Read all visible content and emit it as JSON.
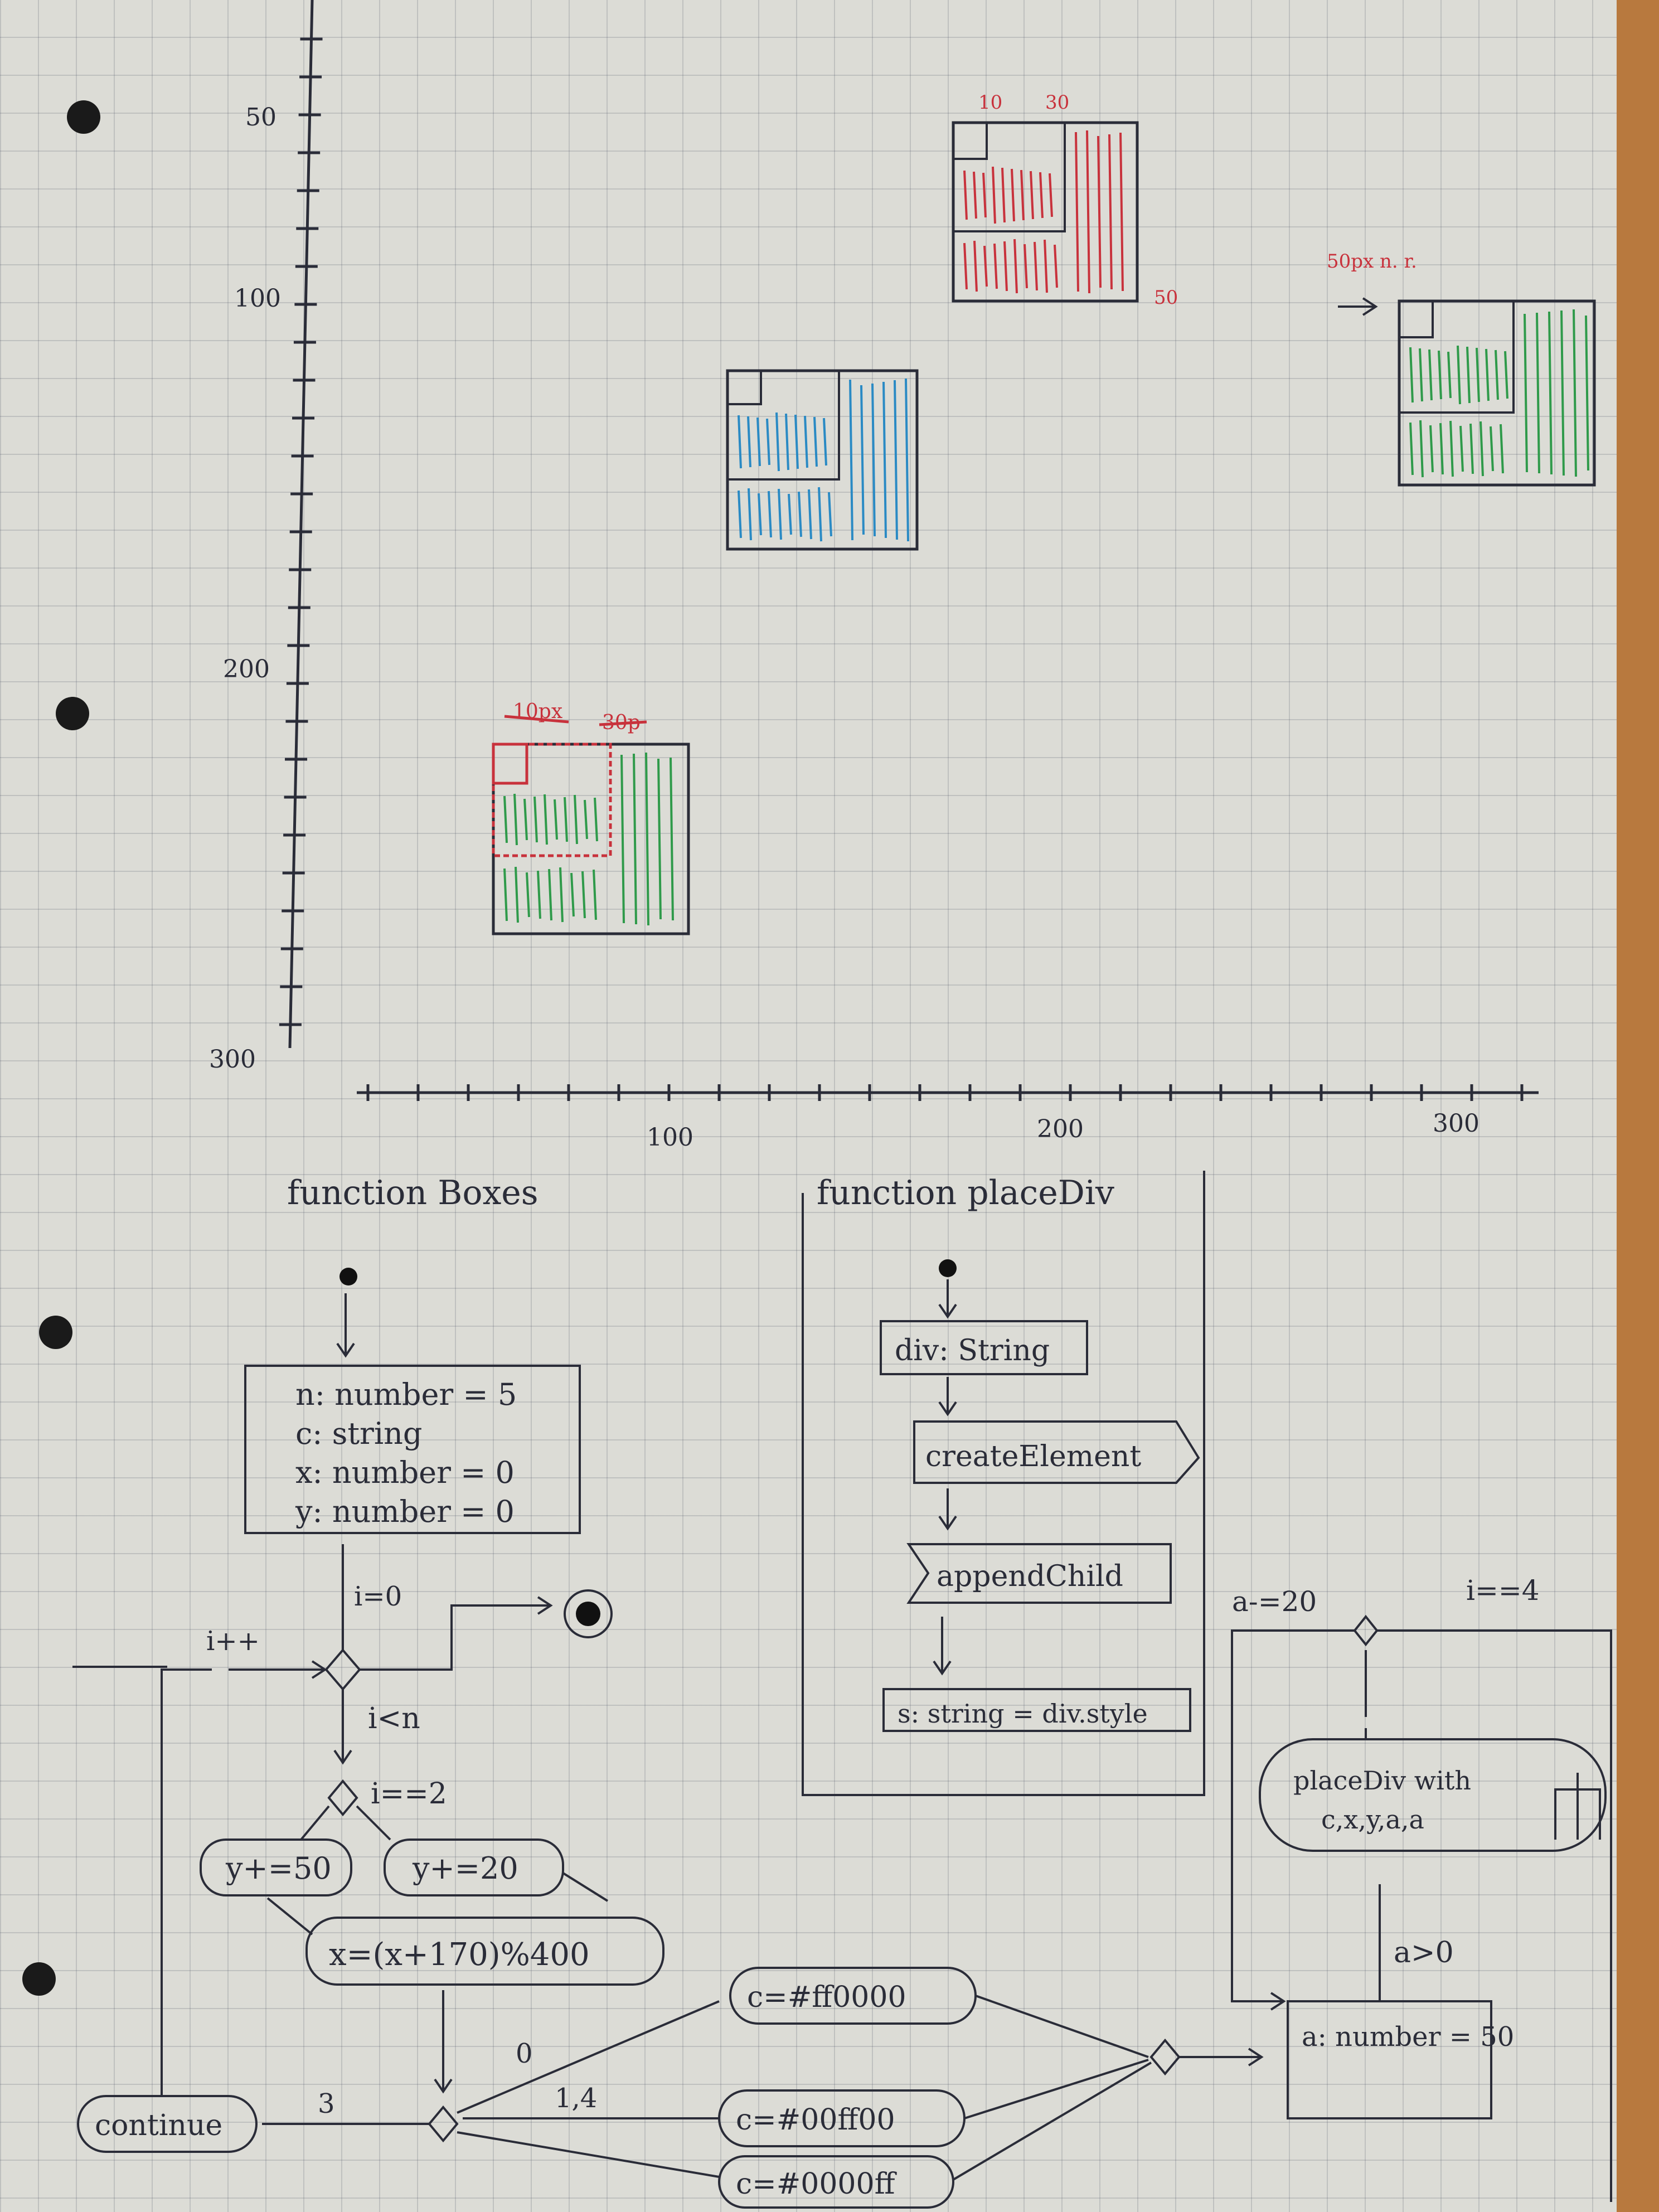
{
  "axis": {
    "y_ticks": [
      "50",
      "100",
      "200",
      "300"
    ],
    "x_ticks": [
      "100",
      "200",
      "300"
    ]
  },
  "sketch": {
    "red_labels": [
      "10",
      "30",
      "50"
    ],
    "green_arrow_label": "50px n. r.",
    "first_box_labels": [
      "10px",
      "30p"
    ]
  },
  "boxes_fn": {
    "title": "function Boxes",
    "declarations": [
      "n: number = 5",
      "c: string",
      "x: number = 0",
      "y: number = 0"
    ],
    "i_init": "i=0",
    "i_inc": "i++",
    "loop_cond": "i<n",
    "branch_cond": "i==2",
    "y_plus_50": "y+=50",
    "y_plus_20": "y+=20",
    "x_update": "x=(x+170)%400",
    "case_0": "0",
    "case_14": "1,4",
    "case_3": "3",
    "color_red": "c=#ff0000",
    "color_green": "c=#00ff00",
    "color_blue": "c=#0000ff",
    "continue": "continue",
    "a_decl": "a: number = 50",
    "a_cond": "a>0",
    "a_dec": "a-=20",
    "i_eq_4": "i==4",
    "place_call": [
      "placeDiv with",
      "c,x,y,a,a"
    ]
  },
  "placediv_fn": {
    "title": "function placeDiv",
    "steps": [
      "div: String",
      "createElement",
      "appendChild",
      "s: string = div.style"
    ]
  }
}
